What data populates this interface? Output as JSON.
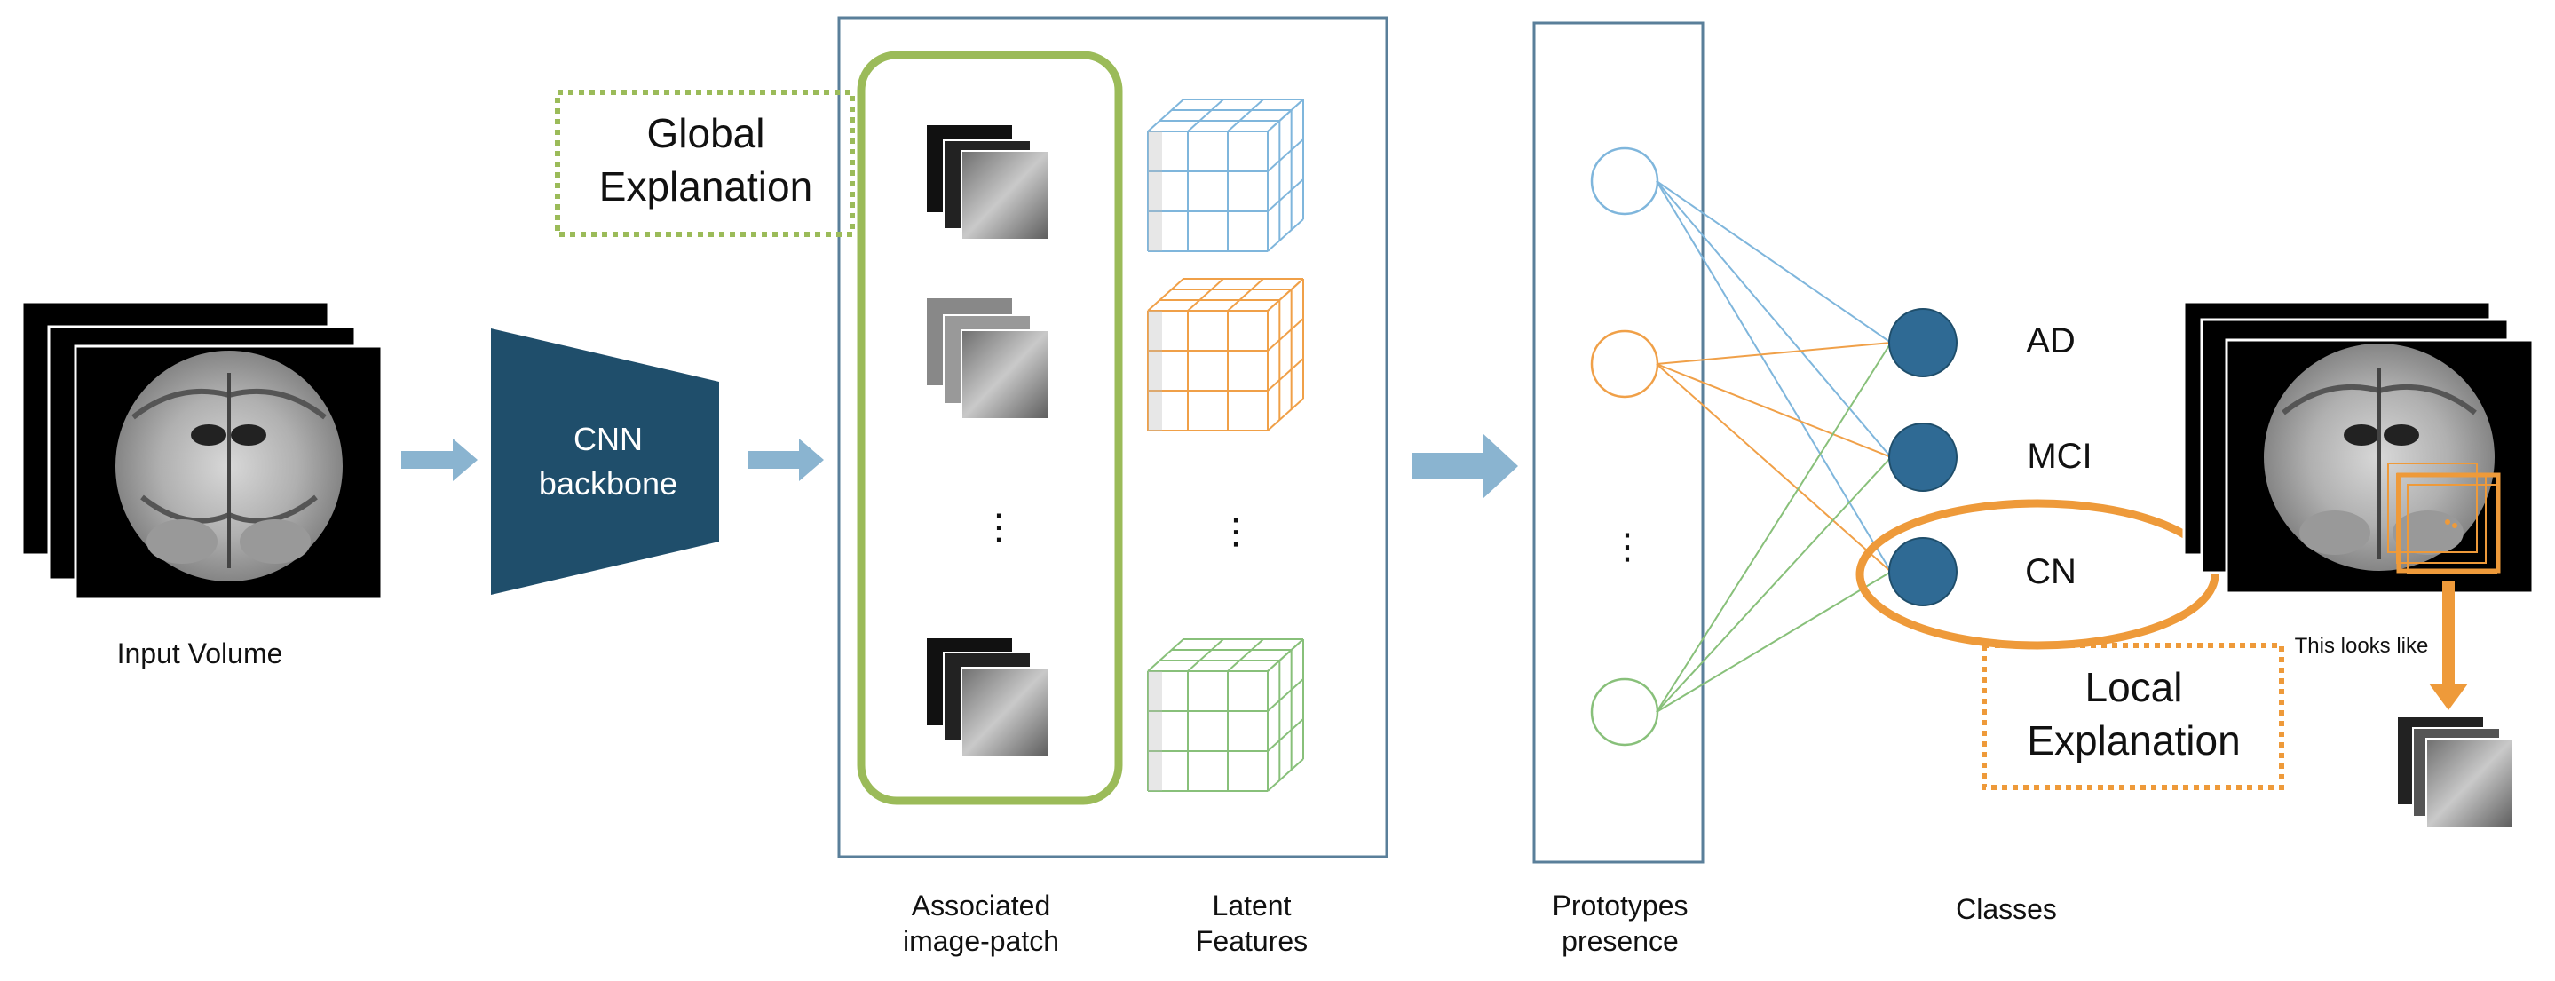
{
  "labels": {
    "input_volume": "Input Volume",
    "cnn_line1": "CNN",
    "cnn_line2": "backbone",
    "global_line1": "Global",
    "global_line2": "Explanation",
    "associated_line1": "Associated",
    "associated_line2": "image-patch",
    "latent_line1": "Latent",
    "latent_line2": "Features",
    "prototypes_line1": "Prototypes",
    "prototypes_line2": "presence",
    "classes": "Classes",
    "local_line1": "Local",
    "local_line2": "Explanation",
    "this_looks_like": "This looks like",
    "ellipsis": "⋮"
  },
  "classes": [
    {
      "label": "AD"
    },
    {
      "label": "MCI"
    },
    {
      "label": "CN"
    }
  ],
  "colors": {
    "cnn_fill": "#1f4e6b",
    "arrow_blue": "#8ab4d0",
    "class_node": "#2f6a94",
    "box_border": "#5a7f9a",
    "global_green": "#9bbb59",
    "local_orange": "#ee9a3a",
    "cube_blue": "#7fb6dc",
    "cube_orange": "#f0a048",
    "cube_green": "#88c07a"
  }
}
